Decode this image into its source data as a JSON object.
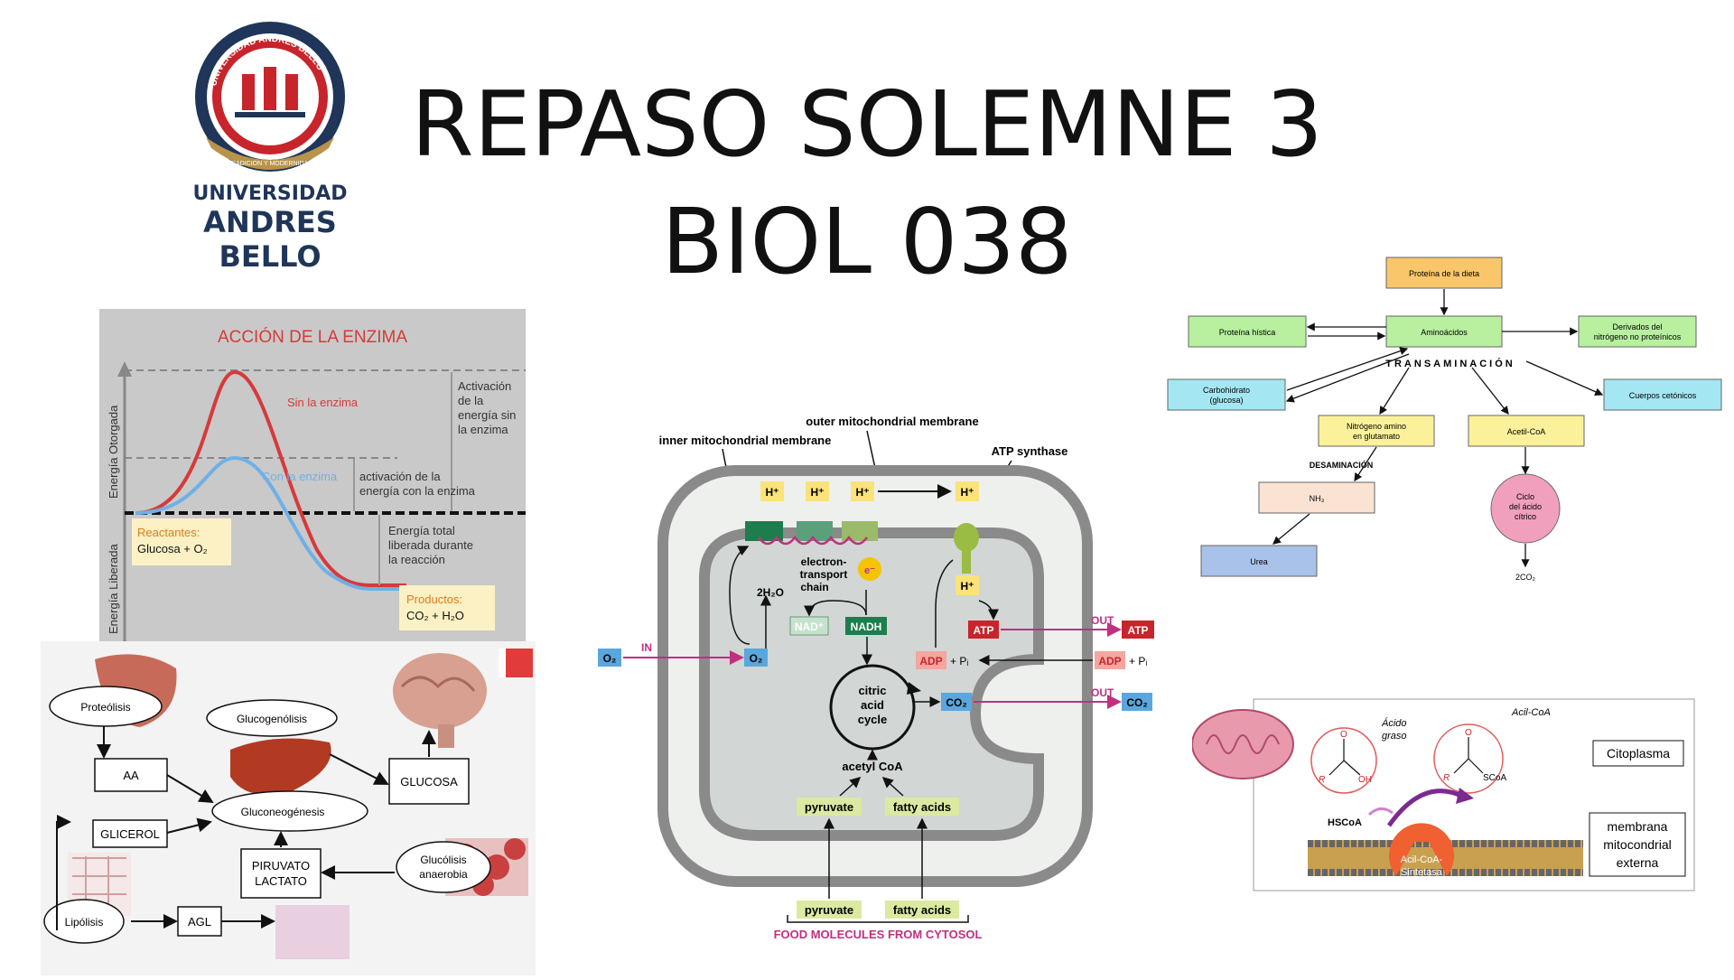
{
  "slide": {
    "title_line1": "REPASO SOLEMNE 3",
    "title_line2": "BIOL 038"
  },
  "logo": {
    "arc_text_top": "UNIVERSIDAD ANDRES BELLO",
    "arc_text_bottom": "TRADICION Y MODERNIDAD",
    "line1": "UNIVERSIDAD",
    "line2": "ANDRES BELLO",
    "colors": {
      "navy": "#1f3559",
      "red": "#c8242b",
      "gold": "#b8934a"
    }
  },
  "enzyme": {
    "title": "ACCIÓN DE LA ENZIMA",
    "y_upper": "Energía Otorgada",
    "y_lower": "Energía Liberada",
    "sin": "Sin la enzima",
    "con": "Con la enzima",
    "act_sin": [
      "Activación",
      "de la",
      "energía sin",
      "la enzima"
    ],
    "act_con": [
      "activación de la",
      "energía con la enzima"
    ],
    "total": [
      "Energía total",
      "liberada durante",
      "la reacción"
    ],
    "react_title": "Reactantes:",
    "react_val": "Glucosa + O₂",
    "prod_title": "Productos:",
    "prod_val": "CO₂ + H₂O",
    "colors": {
      "sin": "#d63a3a",
      "con": "#6fb0e6",
      "box": "#fbf1c4"
    }
  },
  "metab": {
    "proteolisis": "Proteólisis",
    "aa": "AA",
    "glucogenolisis": "Glucogenólisis",
    "gluconeogenesis": "Gluconeogénesis",
    "glucosa": "GLUCOSA",
    "glicerol": "GLICEROL",
    "piruvato": [
      "PIRUVATO",
      "LACTATO"
    ],
    "glucolisis": [
      "Glucólisis",
      "anaerobia"
    ],
    "lipolisis": "Lipólisis",
    "agl": "AGL"
  },
  "mito": {
    "outer": "outer mitochondrial membrane",
    "inner": "inner mitochondrial membrane",
    "atp_synthase": "ATP synthase",
    "h": "H⁺",
    "etc": [
      "electron-",
      "transport",
      "chain"
    ],
    "water": "2H₂O",
    "e": "e⁻",
    "nad": "NAD⁺",
    "nadh": "NADH",
    "atp": "ATP",
    "adp": "ADP",
    "pi": "+ Pᵢ",
    "o2": "O₂",
    "in": "IN",
    "out": "OUT",
    "co2": "CO₂",
    "citric": [
      "citric",
      "acid",
      "cycle"
    ],
    "acetyl": "acetyl CoA",
    "pyruvate": "pyruvate",
    "fatty": "fatty acids",
    "food": "FOOD MOLECULES FROM CYTOSOL",
    "colors": {
      "membrane": "#8a8a8a",
      "matrix": "#d2d6d4",
      "space": "#eef0ee",
      "yellow": "#fbe27a",
      "red": "#c8242b",
      "blue": "#5aa7dd",
      "green": "#1e7d4c",
      "magenta": "#c0307e",
      "lime": "#dbeaa0"
    }
  },
  "amino": {
    "dieta": "Proteína de la dieta",
    "histica": "Proteína hística",
    "aminoacidos": "Aminoácidos",
    "derivados": [
      "Derivados del",
      "nitrógeno no proteínicos"
    ],
    "transaminacion": "TRANSAMINACIÓN",
    "carbohidrato": [
      "Carbohidrato",
      "(glucosa)"
    ],
    "cetonicos": "Cuerpos cetónicos",
    "nitrogeno": [
      "Nitrógeno amino",
      "en glutamato"
    ],
    "acetilcoa": "Acetil-CoA",
    "desaminacion": "DESAMINACIÓN",
    "nh3": "NH₃",
    "ciclo": [
      "Ciclo",
      "del ácido",
      "cítrico"
    ],
    "urea": "Urea",
    "co2": "2CO₂",
    "colors": {
      "orange": "#f9c76a",
      "green": "#b8f0a0",
      "cyan": "#a4e7f3",
      "yellow": "#fbf19a",
      "peach": "#fbe3d3",
      "blue": "#a8c2ea",
      "pink": "#f0a0bd"
    }
  },
  "acyl": {
    "acido": [
      "Ácido",
      "graso"
    ],
    "acilcoa": "Acil-CoA",
    "citoplasma": "Citoplasma",
    "membrana": [
      "membrana",
      "mitocondrial",
      "externa"
    ],
    "hscoa": "HSCoA",
    "sintetasa": [
      "Acil-CoA-",
      "Sintetasa"
    ],
    "r": "R",
    "oh": "OH",
    "o": "O",
    "scoa": "SCoA",
    "colors": {
      "enzyme": "#f06030",
      "arrow": "#7a2a90"
    }
  }
}
